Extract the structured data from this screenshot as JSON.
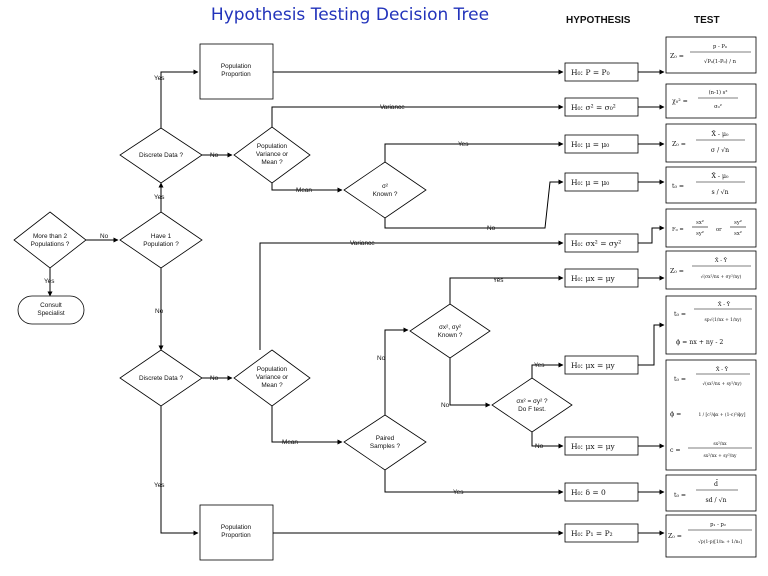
{
  "header": {
    "title": "Hypothesis Testing Decision Tree",
    "col_hypothesis": "HYPOTHESIS",
    "col_test": "TEST"
  },
  "nodes": {
    "more_than_2": [
      "More than 2",
      "Populations ?"
    ],
    "consult": [
      "Consult",
      "Specialist"
    ],
    "have_1": [
      "Have 1",
      "Population ?"
    ],
    "discrete_top": [
      "Discrete Data ?"
    ],
    "discrete_bottom": [
      "Discrete Data ?"
    ],
    "prop_top": [
      "Population",
      "Proportion"
    ],
    "prop_bottom": [
      "Population",
      "Proportion"
    ],
    "var_or_mean_top": [
      "Population",
      "Variance or",
      "Mean ?"
    ],
    "var_or_mean_bottom": [
      "Population",
      "Variance or",
      "Mean ?"
    ],
    "sigma_known": [
      "σ²",
      "Known ?"
    ],
    "sigmas_known": [
      "σx², σy²",
      "Known ?"
    ],
    "paired": [
      "Paired",
      "Samples ?"
    ],
    "equal_var": [
      "σx² = σy² ?",
      "Do F test."
    ]
  },
  "edges": {
    "yes": "Yes",
    "no": "No",
    "variance": "Variance",
    "mean": "Mean"
  },
  "hypotheses": {
    "h1": "H₀:  P = P₀",
    "h2": "H₀:  σ² = σ₀²",
    "h3": "H₀:  μ = μ₀",
    "h4": "H₀:  μ = μ₀",
    "h5": "H₀:  σx² = σy²",
    "h6": "H₀:  μx = μy",
    "h7": "H₀:  μx = μy",
    "h8": "H₀:  μx = μy",
    "h9": "H₀:  δ = 0",
    "h10": "H₀:  P₁ = P₂"
  },
  "tests": {
    "t1": {
      "lhs": "Z₀ =",
      "num": "p - P₀",
      "den": "√P₀(1-P₀) / n"
    },
    "t2": {
      "lhs": "χ₀² =",
      "num": "(n-1) s²",
      "den": "σ₀²"
    },
    "t3": {
      "lhs": "Z₀ =",
      "num": "X̄ - μ₀",
      "den": "σ / √n"
    },
    "t4": {
      "lhs": "t₀ =",
      "num": "X̄ - μ₀",
      "den": "s / √n"
    },
    "t5": {
      "lhs": "F₀ =",
      "a_num": "sx²",
      "a_den": "sy²",
      "or": "or",
      "b_num": "sy²",
      "b_den": "sx²"
    },
    "t6": {
      "lhs": "Z₀ =",
      "num": "X̄ - Ȳ",
      "den": "√(σx²/nx + σy²/ny)"
    },
    "t7": {
      "lhs": "t₀ =",
      "num": "X̄ - Ȳ",
      "den": "sp√(1/nx + 1/ny)",
      "df": "ϕ = nx + ny - 2"
    },
    "t8": {
      "lhs": "t₀ =",
      "num": "X̄ - Ȳ",
      "den": "√(sx²/nx + sy²/ny)",
      "df_lhs": "ϕ =",
      "df_frac": "1 / [c²/ϕx + (1-c)²/ϕy]",
      "c_lhs": "c =",
      "c_num": "sx²/nx",
      "c_den": "sx²/nx + sy²/ny"
    },
    "t9": {
      "lhs": "t₀ =",
      "num": "d̄",
      "den": "sd / √n"
    },
    "t10": {
      "lhs": "Z₀ =",
      "num": "p₁ - p₂",
      "den": "√p(1-p)[1/n₁ + 1/n₂]"
    }
  }
}
